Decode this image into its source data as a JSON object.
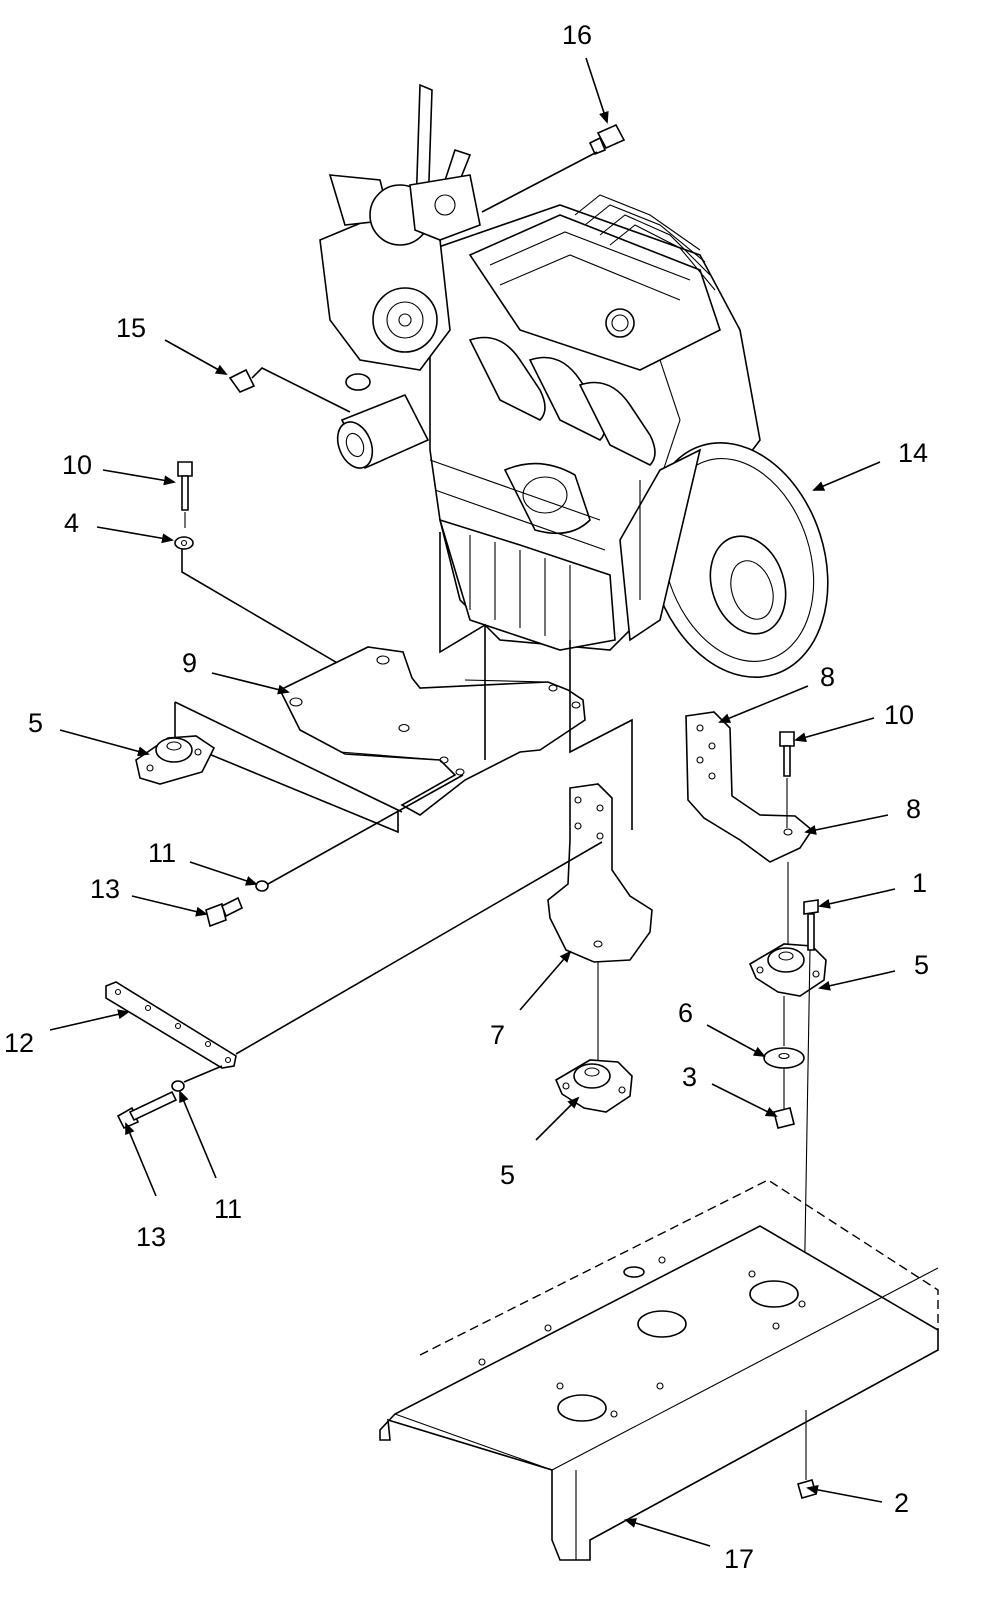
{
  "callouts": {
    "c16": "16",
    "c15": "15",
    "c14": "14",
    "c10a": "10",
    "c4": "4",
    "c9": "9",
    "c5a": "5",
    "c8a": "8",
    "c10b": "10",
    "c8b": "8",
    "c11a": "11",
    "c13a": "13",
    "c1": "1",
    "c5b": "5",
    "c12": "12",
    "c7": "7",
    "c6": "6",
    "c3": "3",
    "c13b": "13",
    "c11b": "11",
    "c5c": "5",
    "c2": "2",
    "c17": "17"
  }
}
